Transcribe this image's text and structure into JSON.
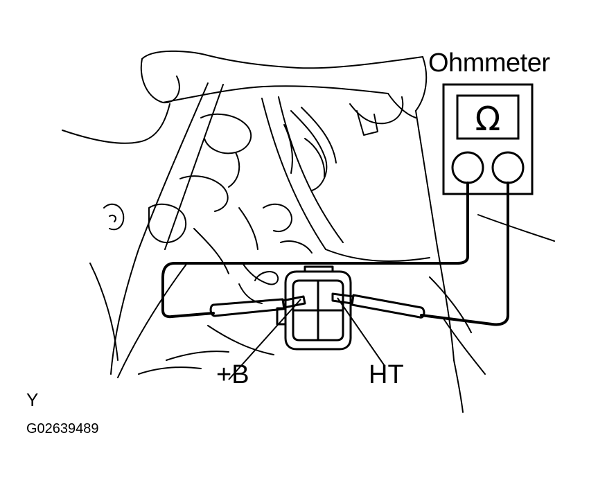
{
  "meter": {
    "title": "Ohmmeter",
    "symbol": "Ω"
  },
  "terminals": {
    "plus_b": "+B",
    "ht": "HT"
  },
  "view_label": "Y",
  "figure_code": "G02639489",
  "colors": {
    "ink": "#000000",
    "paper": "#ffffff"
  }
}
